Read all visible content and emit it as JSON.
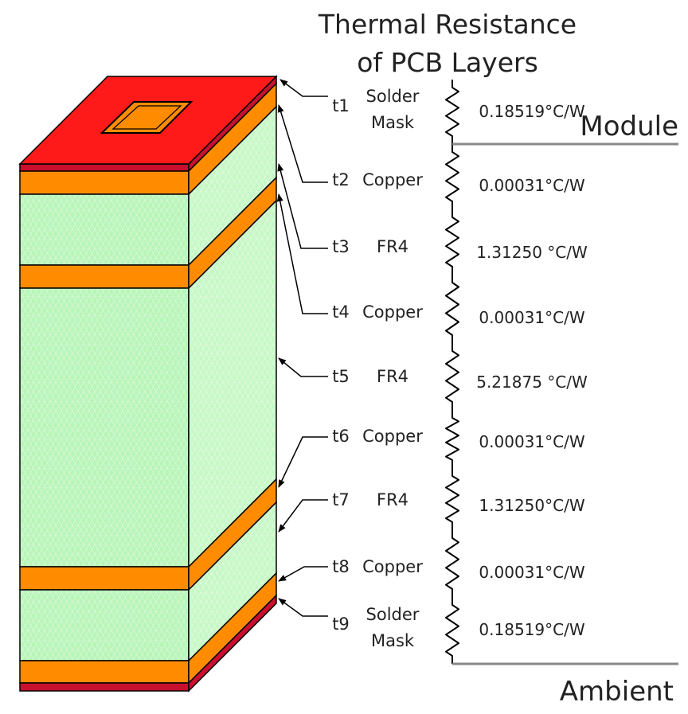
{
  "title": {
    "line1": "Thermal Resistance",
    "line2": "of PCB Layers"
  },
  "labels": {
    "module": "Module",
    "ambient": "Ambient"
  },
  "colors": {
    "solder_mask": "#ff1a1a",
    "solder_mask_dark": "#c8102e",
    "copper": "#ff8c00",
    "fr4": "#b8f5b8",
    "fr4_side": "#c4f7c4",
    "outline": "#000000",
    "rail": "#888888"
  },
  "layers": [
    {
      "id": "t1",
      "name_lines": [
        "Solder",
        "Mask"
      ],
      "value": "0.18519°C/W"
    },
    {
      "id": "t2",
      "name_lines": [
        "Copper"
      ],
      "value": "0.00031°C/W"
    },
    {
      "id": "t3",
      "name_lines": [
        "FR4"
      ],
      "value": "1.31250 °C/W"
    },
    {
      "id": "t4",
      "name_lines": [
        "Copper"
      ],
      "value": "0.00031°C/W"
    },
    {
      "id": "t5",
      "name_lines": [
        "FR4"
      ],
      "value": "5.21875 °C/W"
    },
    {
      "id": "t6",
      "name_lines": [
        "Copper"
      ],
      "value": "0.00031°C/W"
    },
    {
      "id": "t7",
      "name_lines": [
        "FR4"
      ],
      "value": "1.31250°C/W"
    },
    {
      "id": "t8",
      "name_lines": [
        "Copper"
      ],
      "value": "0.00031°C/W"
    },
    {
      "id": "t9",
      "name_lines": [
        "Solder",
        "Mask"
      ],
      "value": "0.18519°C/W"
    }
  ]
}
